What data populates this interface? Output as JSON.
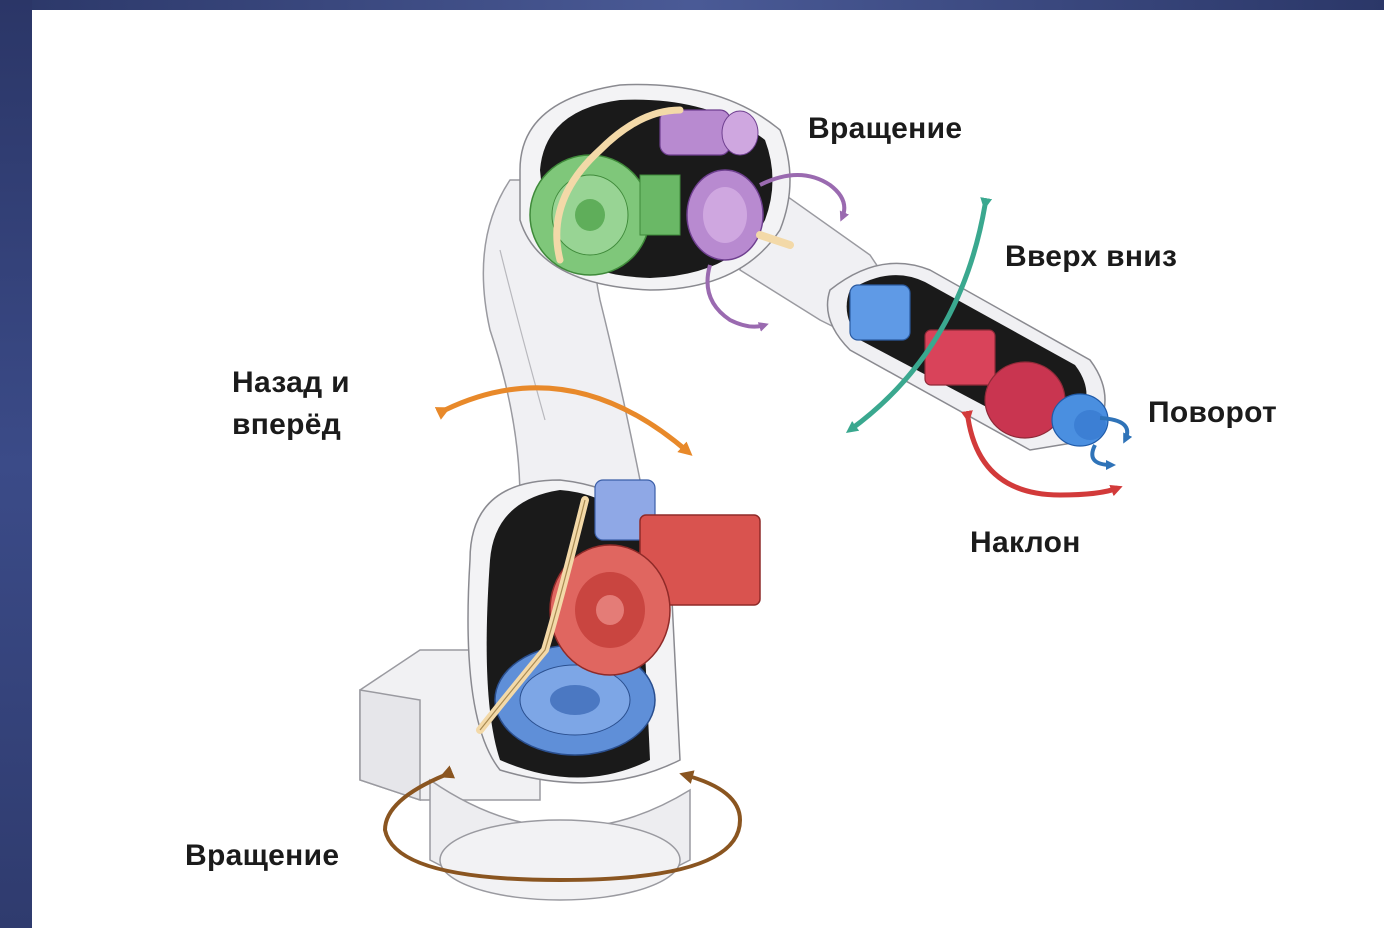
{
  "labels": {
    "rotation_top": "Вращение",
    "up_down": "Вверх вниз",
    "back_forth_line1": "Назад и",
    "back_forth_line2": "вперёд",
    "turn": "Поворот",
    "tilt": "Наклон",
    "rotation_base": "Вращение"
  },
  "colors": {
    "rotation_top": "#9a6ab0",
    "up_down": "#3aa88f",
    "back_forth": "#e8892a",
    "turn": "#2f73b8",
    "tilt": "#d23a3a",
    "rotation_base": "#8a5520",
    "motor_green": "#7fc77a",
    "motor_purple": "#b88ad0",
    "motor_blue": "#5f8fd8",
    "motor_red": "#d9534f"
  }
}
